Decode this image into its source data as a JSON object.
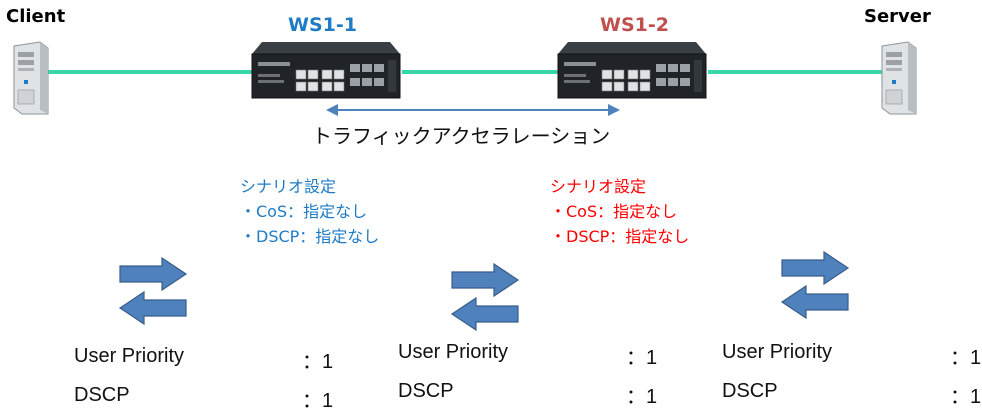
{
  "nodes": {
    "client": "Client",
    "server": "Server",
    "ws1": "WS1-1",
    "ws2": "WS1-2"
  },
  "feature": "トラフィックアクセラレーション",
  "scenarios": [
    {
      "title": "シナリオ設定",
      "cos": "・CoS：指定なし",
      "dscp": "・DSCP：指定なし"
    },
    {
      "title": "シナリオ設定",
      "cos": "・CoS：指定なし",
      "dscp": "・DSCP：指定なし"
    }
  ],
  "qos": [
    {
      "up_label": "User Priority",
      "up_value": "：1",
      "dscp_label": "DSCP",
      "dscp_value": "：1"
    },
    {
      "up_label": "User Priority",
      "up_value": "：1",
      "dscp_label": "DSCP",
      "dscp_value": "：1"
    },
    {
      "up_label": "User Priority",
      "up_value": "：1",
      "dscp_label": "DSCP",
      "dscp_value": "：1"
    }
  ],
  "colors": {
    "ws1": "#1f7bc4",
    "ws2": "#c0504d",
    "scenario1": "#1f7bc4",
    "scenario2": "#ff0000",
    "link": "#39d6a8",
    "arrow": "#4f81bd"
  },
  "icons": {
    "client": "pc-tower-icon",
    "server": "pc-tower-icon",
    "switch": "network-switch-icon",
    "bidirectional": "bidirectional-arrows-icon"
  }
}
